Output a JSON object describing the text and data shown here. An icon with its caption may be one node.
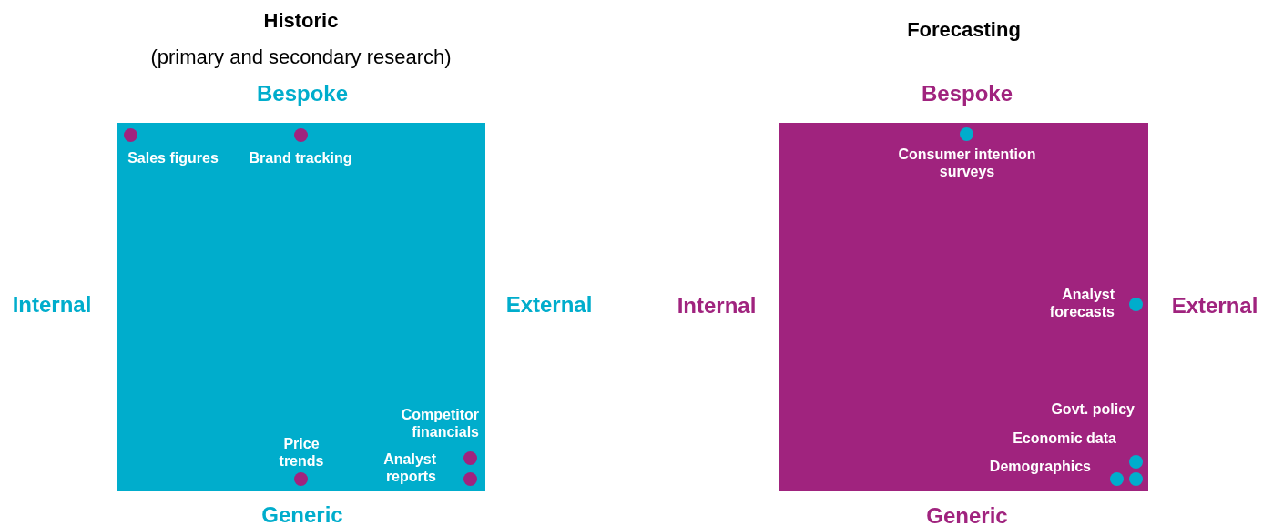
{
  "diagram": {
    "nodes": [
      {
        "text": [
          "Historic",
          "(primary and secondary research)"
        ]
      },
      {
        "text": [
          "Sales figures"
        ],
        "in": 0
      },
      {
        "text": [
          "Brand tracking"
        ],
        "in": 0
      },
      {
        "text": [
          "Competitor financials"
        ],
        "in": 0
      },
      {
        "text": [
          "Price trends"
        ],
        "in": 0
      },
      {
        "text": [
          "Analyst reports"
        ],
        "in": 0
      },
      {
        "text": [
          "Forecasting"
        ]
      },
      {
        "text": [
          "Consumer intention surveys"
        ],
        "in": 6
      },
      {
        "text": [
          "Analyst forecasts"
        ],
        "in": 6
      },
      {
        "text": [
          "Govt. policy"
        ],
        "in": 6
      },
      {
        "text": [
          "Economic data"
        ],
        "in": 6
      },
      {
        "text": [
          "Demographics"
        ],
        "in": 6
      }
    ],
    "edges": [],
    "labels": [
      "Bespoke",
      "Internal",
      "External",
      "Generic",
      "Bespoke",
      "Internal",
      "External",
      "Generic"
    ]
  }
}
